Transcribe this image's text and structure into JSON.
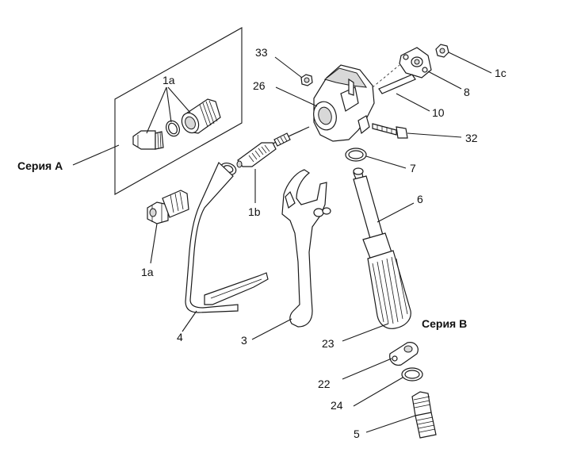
{
  "diagram": {
    "labels": {
      "series_a": "Серия А",
      "series_b": "Серия В",
      "p1a_top": "1a",
      "p1a_bottom": "1a",
      "p1b": "1b",
      "p1c": "1c",
      "p3": "3",
      "p4": "4",
      "p5": "5",
      "p6": "6",
      "p7": "7",
      "p8": "8",
      "p10": "10",
      "p22": "22",
      "p23": "23",
      "p24": "24",
      "p26": "26",
      "p32": "32",
      "p33": "33"
    }
  }
}
